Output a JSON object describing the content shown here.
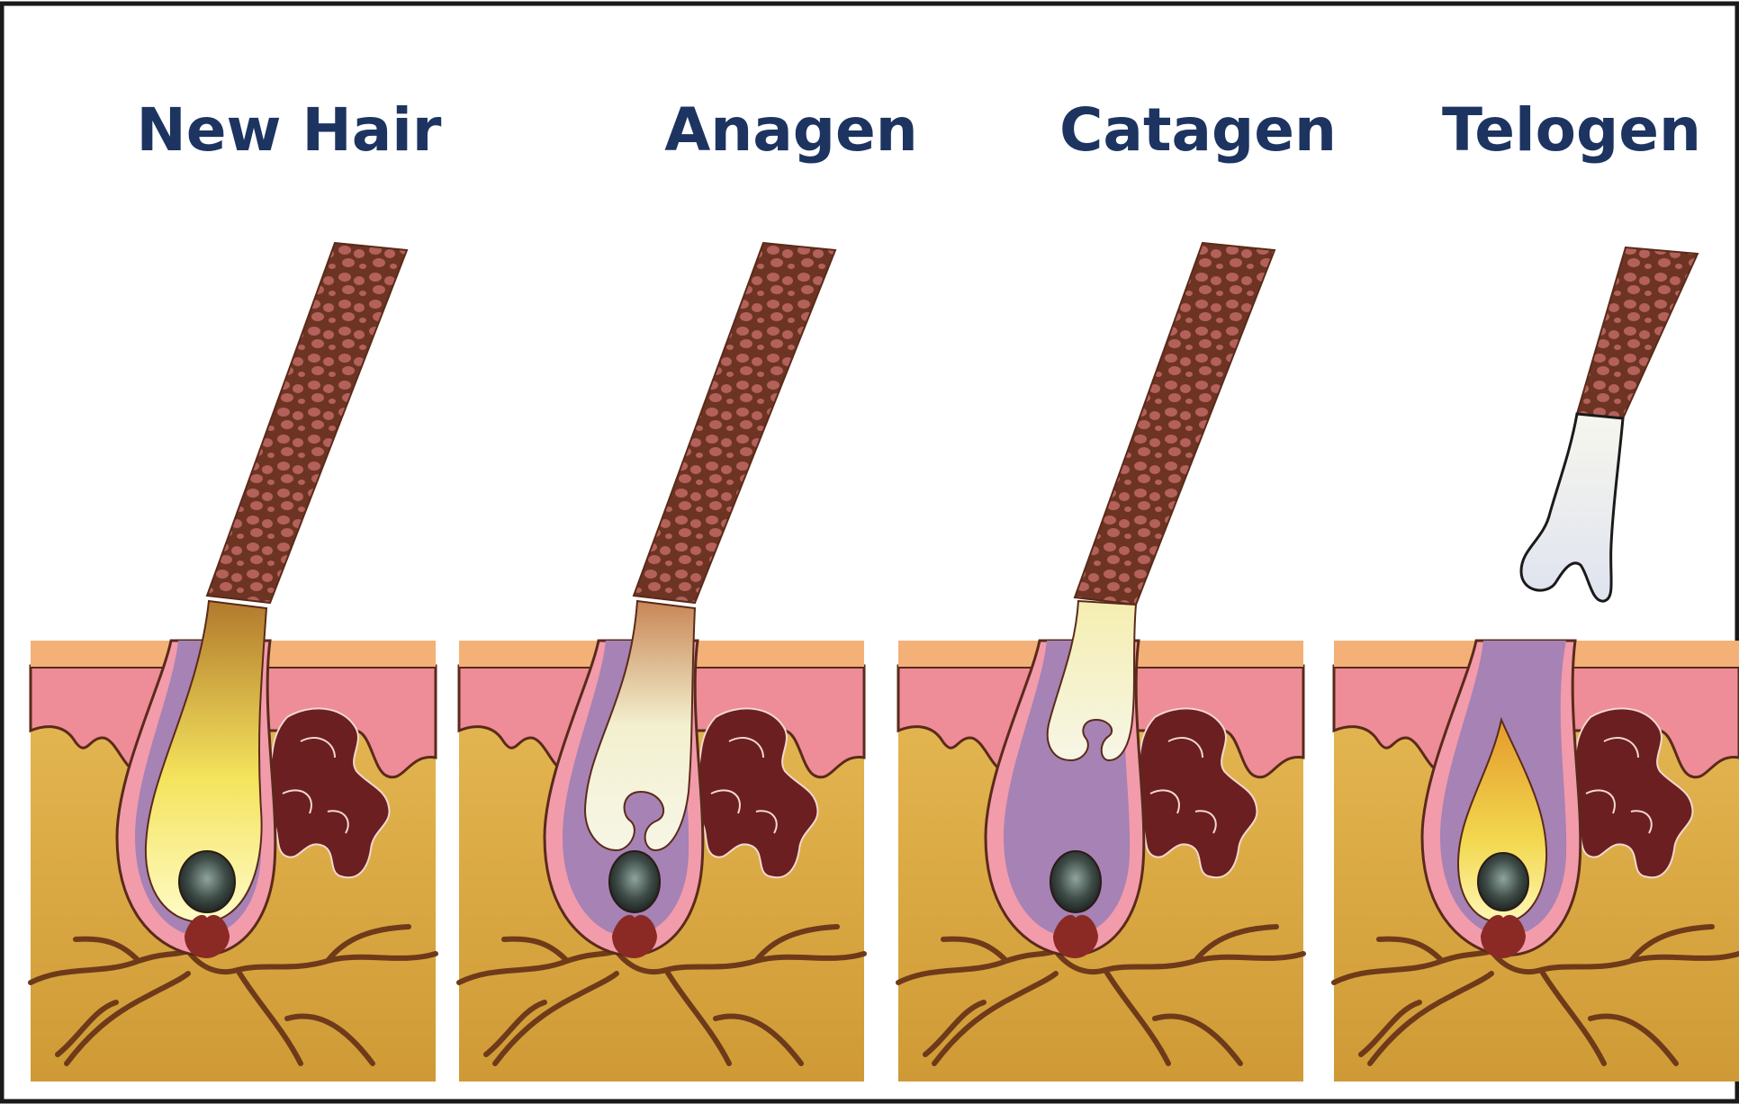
{
  "colors": {
    "frame": "#1a1a1a",
    "title": "#1d3461",
    "hair": "#7a3f2c",
    "hair_spot": "#b9665a",
    "epidermis": "#f4b177",
    "dermis_pink": "#ee8c97",
    "dermis": "#d7a13b",
    "follicle_sheath": "#f29bab",
    "follicle_purple": "#a782b4",
    "sebaceous_gland": "#6b1f20",
    "papilla": "#3e4a45",
    "blood_vessel": "#6e3a1a",
    "club_white": "#edf0df"
  },
  "panels": [
    {
      "title": "New Hair",
      "stage_key": "new-hair",
      "icon": "hair-follicle-icon"
    },
    {
      "title": "Anagen",
      "stage_key": "anagen",
      "icon": "hair-follicle-icon"
    },
    {
      "title": "Catagen",
      "stage_key": "catagen",
      "icon": "hair-follicle-icon"
    },
    {
      "title": "Telogen",
      "stage_key": "telogen",
      "icon": "hair-follicle-icon"
    }
  ]
}
